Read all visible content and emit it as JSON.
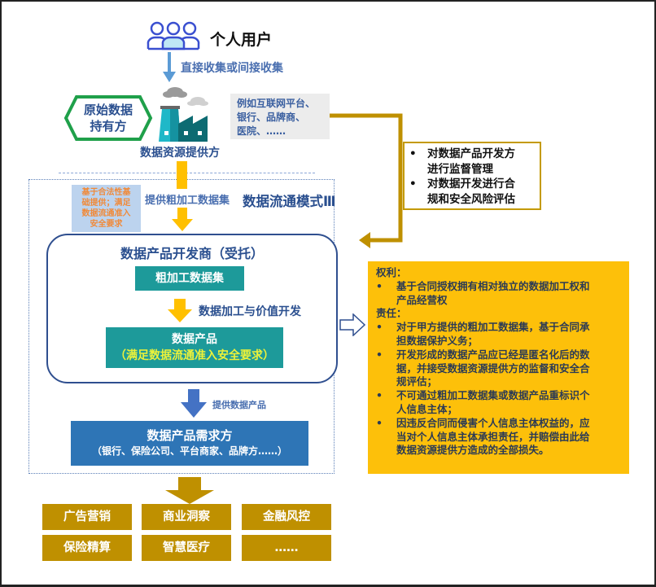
{
  "user": {
    "label": "个人用户",
    "icon": "people-icon"
  },
  "collect": {
    "label": "直接收集或间接收集"
  },
  "holder": {
    "label_line1": "原始数据",
    "label_line2": "持有方"
  },
  "provider": {
    "label": "数据资源提供方",
    "icon": "factory-icon"
  },
  "examples": {
    "line1": "例如互联网平台、",
    "line2": "银行、品牌商、",
    "line3": "医院、……"
  },
  "supervision": {
    "items": [
      {
        "line1": "对数据产品开发方",
        "line2": "进行监督管理"
      },
      {
        "line1": "对数据开发进行合",
        "line2": "规和安全风险评估"
      }
    ],
    "bullet": "•"
  },
  "legal": {
    "line1": "基于合法性基",
    "line2": "础提供；满足",
    "line3": "数据流通准入",
    "line4": "安全要求"
  },
  "provide_raw": {
    "label": "提供粗加工数据集"
  },
  "mode": {
    "label": "数据流通模式Ⅲ"
  },
  "developer": {
    "title": "数据产品开发商（受托）",
    "raw_dataset": "粗加工数据集",
    "process_label": "数据加工与价值开发",
    "product_title": "数据产品",
    "product_sub": "（满足数据流通准入安全要求）"
  },
  "provide_product": {
    "label": "提供数据产品"
  },
  "demand": {
    "title": "数据产品需求方",
    "sub": "（银行、保险公司、平台商家、品牌方……）"
  },
  "rights": {
    "rights_head": "权利：",
    "rights_items": [
      {
        "line1": "基于合同授权拥有相对独立的数据加工权和",
        "line2": "产品经营权"
      }
    ],
    "duty_head": "责任：",
    "duty_items": [
      {
        "line1": "对于甲方提供的粗加工数据集，基于合同承",
        "line2": "担数据保护义务；"
      },
      {
        "line1": "开发形成的数据产品应已经是匿名化后的数",
        "line2": "据，并接受数据资源提供方的监督和安全合",
        "line3": "规评估；"
      },
      {
        "line1": "不可通过粗加工数据集或数据产品重标识个",
        "line2": "人信息主体；"
      },
      {
        "line1": "因违反合同而侵害个人信息主体权益的，应",
        "line2": "当对个人信息主体承担责任，并赔偿由此给",
        "line3": "数据资源提供方造成的全部损失。"
      }
    ],
    "bullet": "•"
  },
  "applications": [
    "广告营销",
    "商业洞察",
    "金融风控",
    "保险精算",
    "智慧医疗",
    "……"
  ],
  "colors": {
    "gold": "#bf9000",
    "yellow": "#fdc00a",
    "arrow_yellow": "#ffc000",
    "teal": "#1d9a9a",
    "blue": "#2e75b6",
    "navy": "#2a4f8f",
    "green": "#1fa04a"
  }
}
